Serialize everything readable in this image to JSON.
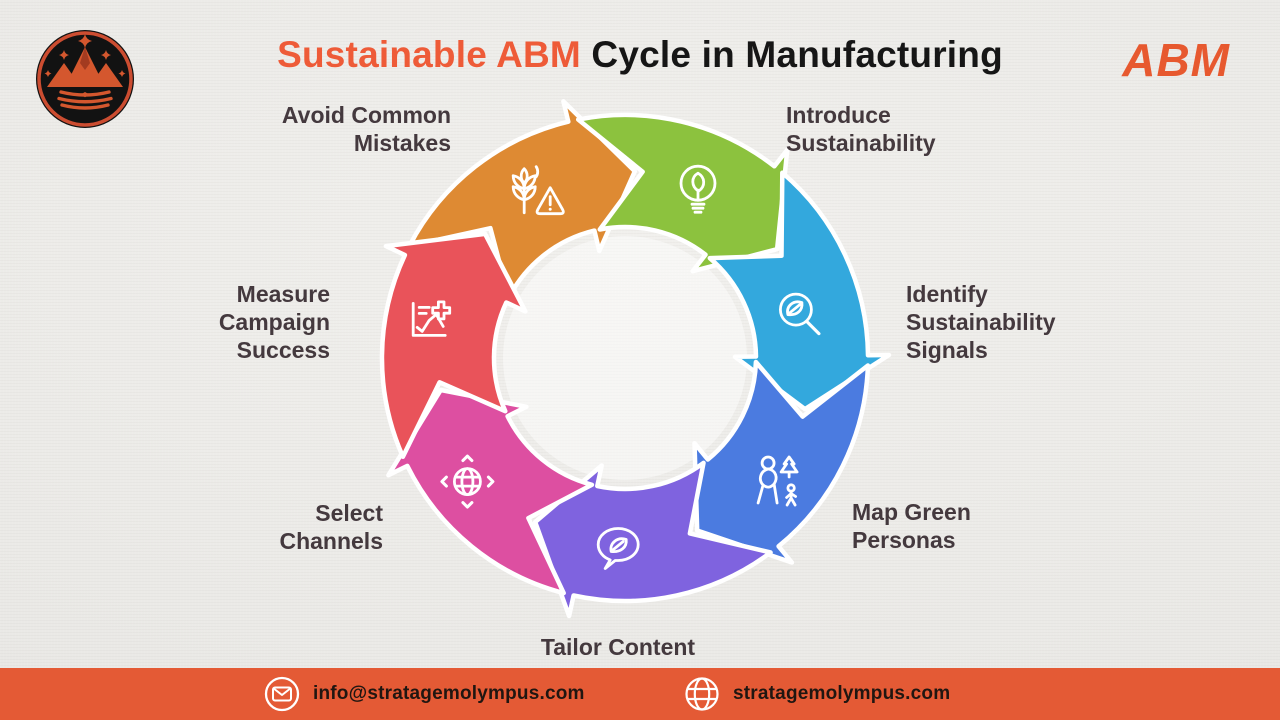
{
  "header": {
    "logo_alt": "Stratagem Olympus crown logo",
    "title": {
      "highlight": "Sustainable ABM",
      "rest": "Cycle in Manufacturing"
    },
    "brand": "ABM"
  },
  "diagram": {
    "type": "cycle",
    "direction": "clockwise",
    "step_count": 7,
    "steps": [
      {
        "label": "Avoid Common Mistakes",
        "color": "#DE8A33",
        "icon": "wheat-warning-icon"
      },
      {
        "label": "Introduce Sustainability",
        "color": "#8CC23E",
        "icon": "eco-bulb-icon"
      },
      {
        "label": "Identify Sustainability Signals",
        "color": "#33A8DD",
        "icon": "leaf-search-icon"
      },
      {
        "label": "Map Green Personas",
        "color": "#4B7BE0",
        "icon": "person-tree-icon"
      },
      {
        "label": "Tailor Content",
        "color": "#7F63DF",
        "icon": "leaf-chat-icon"
      },
      {
        "label": "Select Channels",
        "color": "#DD4FA1",
        "icon": "globe-arrows-icon"
      },
      {
        "label": "Measure Campaign Success",
        "color": "#E9535A",
        "icon": "chart-report-icon"
      }
    ]
  },
  "footer": {
    "email": "info@stratagemolympus.com",
    "website": "stratagemolympus.com"
  },
  "colors": {
    "background": "#EAE9E6",
    "title_accent": "#EE5B38",
    "title_dark": "#161616",
    "label_text": "#44393E",
    "brand_text": "#E7592F",
    "footer_background": "#E45A35",
    "footer_text": "#201611",
    "icon_stroke": "#FFFFFF"
  }
}
